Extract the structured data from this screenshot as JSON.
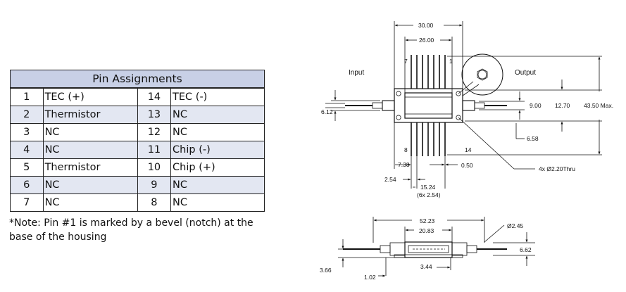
{
  "table": {
    "title": "Pin Assignments",
    "rows": [
      {
        "l_num": "1",
        "l_fn": "TEC (+)",
        "r_num": "14",
        "r_fn": "TEC (-)"
      },
      {
        "l_num": "2",
        "l_fn": "Thermistor",
        "r_num": "13",
        "r_fn": "NC"
      },
      {
        "l_num": "3",
        "l_fn": "NC",
        "r_num": "12",
        "r_fn": "NC"
      },
      {
        "l_num": "4",
        "l_fn": "NC",
        "r_num": "11",
        "r_fn": "Chip (-)"
      },
      {
        "l_num": "5",
        "l_fn": "Thermistor",
        "r_num": "10",
        "r_fn": "Chip (+)"
      },
      {
        "l_num": "6",
        "l_fn": "NC",
        "r_num": "9",
        "r_fn": "NC"
      },
      {
        "l_num": "7",
        "l_fn": "NC",
        "r_num": "8",
        "r_fn": "NC"
      }
    ]
  },
  "note": "*Note: Pin #1 is marked by a bevel (notch) at the base of the housing",
  "drawing": {
    "input_label": "Input",
    "output_label": "Output",
    "pin_labels": {
      "p7": "7",
      "p1": "1",
      "p8": "8",
      "p14": "14"
    },
    "dims": {
      "d30": "30.00",
      "d26": "26.00",
      "d612": "6.12",
      "d900": "9.00",
      "d1270": "12.70",
      "d4350": "43.50 Max.",
      "d658": "6.58",
      "d738": "7.38",
      "d050": "0.50",
      "d254": "2.54",
      "d1524": "15.24",
      "d6x254": "(6x 2.54)",
      "dholes": "4x Ø2.20Thru",
      "d5223": "52.23",
      "d2083": "20.83",
      "d245": "Ø2.45",
      "d662": "6.62",
      "d366": "3.66",
      "d102": "1.02",
      "d344": "3.44"
    }
  }
}
